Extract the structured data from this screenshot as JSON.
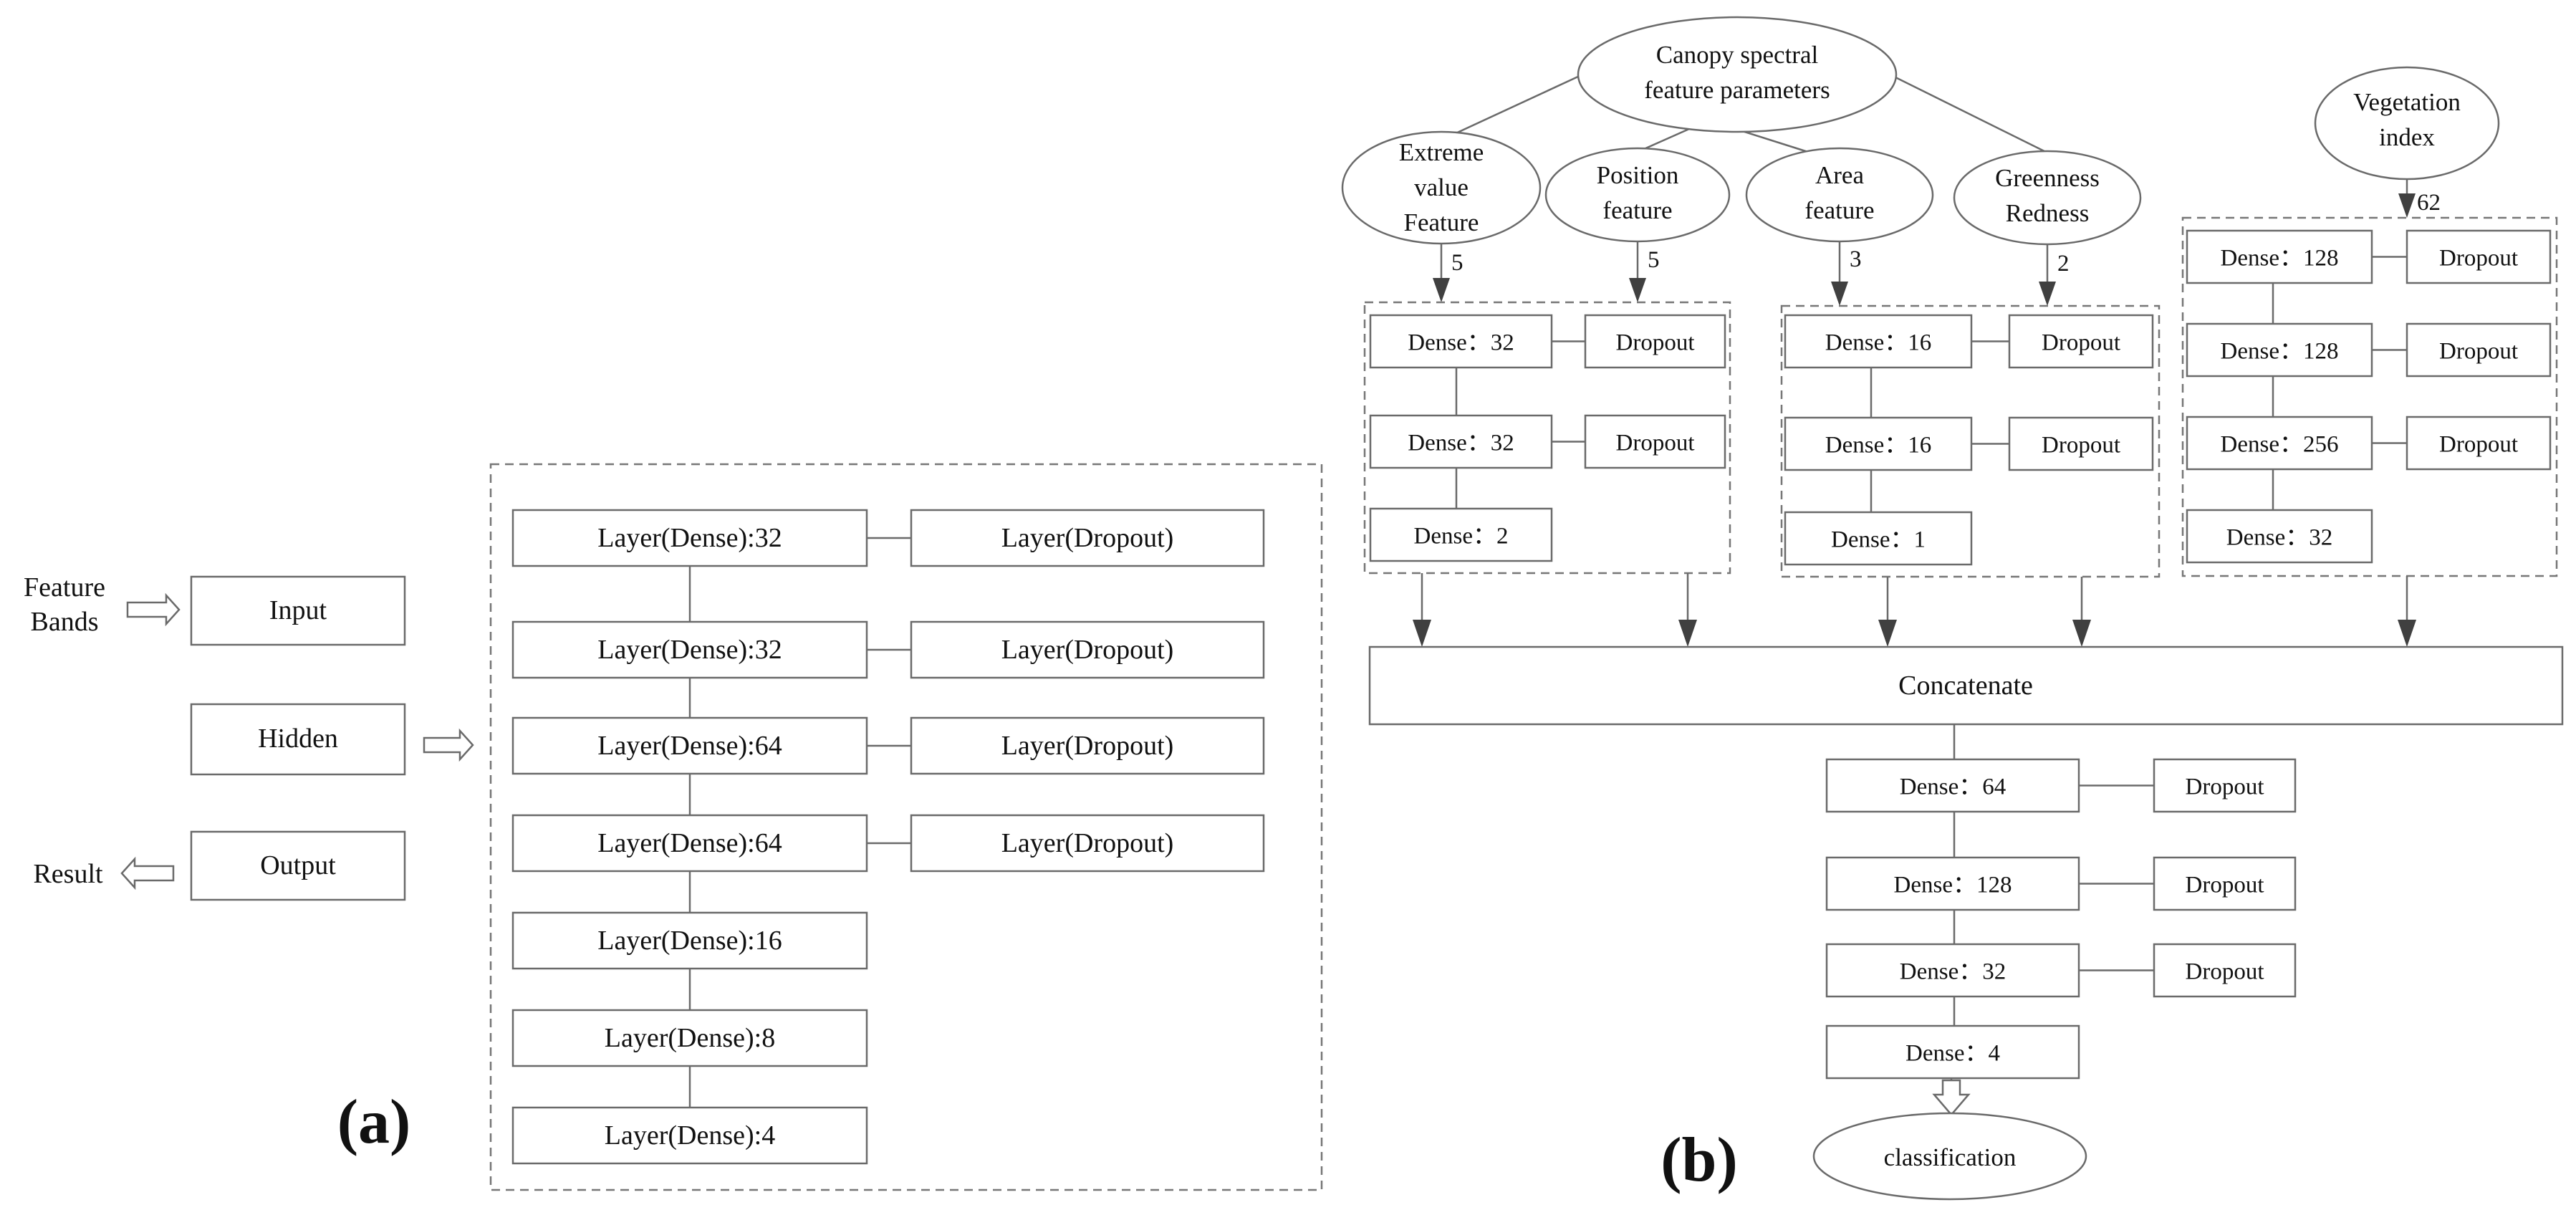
{
  "panel_a": {
    "label": "(a)",
    "side_inputs": {
      "feature_bands_line1": "Feature",
      "feature_bands_line2": "Bands",
      "result": "Result"
    },
    "stages": {
      "input": "Input",
      "hidden": "Hidden",
      "output": "Output"
    },
    "dense_layers": [
      "Layer(Dense):32",
      "Layer(Dense):32",
      "Layer(Dense):64",
      "Layer(Dense):64",
      "Layer(Dense):16",
      "Layer(Dense):8",
      "Layer(Dense):4"
    ],
    "dropout_label": "Layer(Dropout)"
  },
  "panel_b": {
    "label": "(b)",
    "root_line1": "Canopy spectral",
    "root_line2": "feature parameters",
    "features": {
      "extreme": [
        "Extreme",
        "value",
        "Feature"
      ],
      "position": [
        "Position",
        "feature"
      ],
      "area": [
        "Area",
        "feature"
      ],
      "greenness": [
        "Greenness",
        "Redness"
      ],
      "vegetation": [
        "Vegetation",
        "index"
      ]
    },
    "input_counts": {
      "extreme": "5",
      "position": "5",
      "area": "3",
      "greenness": "2",
      "vegetation": "62"
    },
    "branch1": [
      "Dense：32",
      "Dense：32",
      "Dense：2"
    ],
    "branch2": [
      "Dense：16",
      "Dense：16",
      "Dense：1"
    ],
    "branch3": [
      "Dense：128",
      "Dense：128",
      "Dense：256",
      "Dense：32"
    ],
    "dropout_label": "Dropout",
    "concatenate": "Concatenate",
    "head": [
      "Dense：64",
      "Dense：128",
      "Dense：32",
      "Dense：4"
    ],
    "output": "classification"
  }
}
